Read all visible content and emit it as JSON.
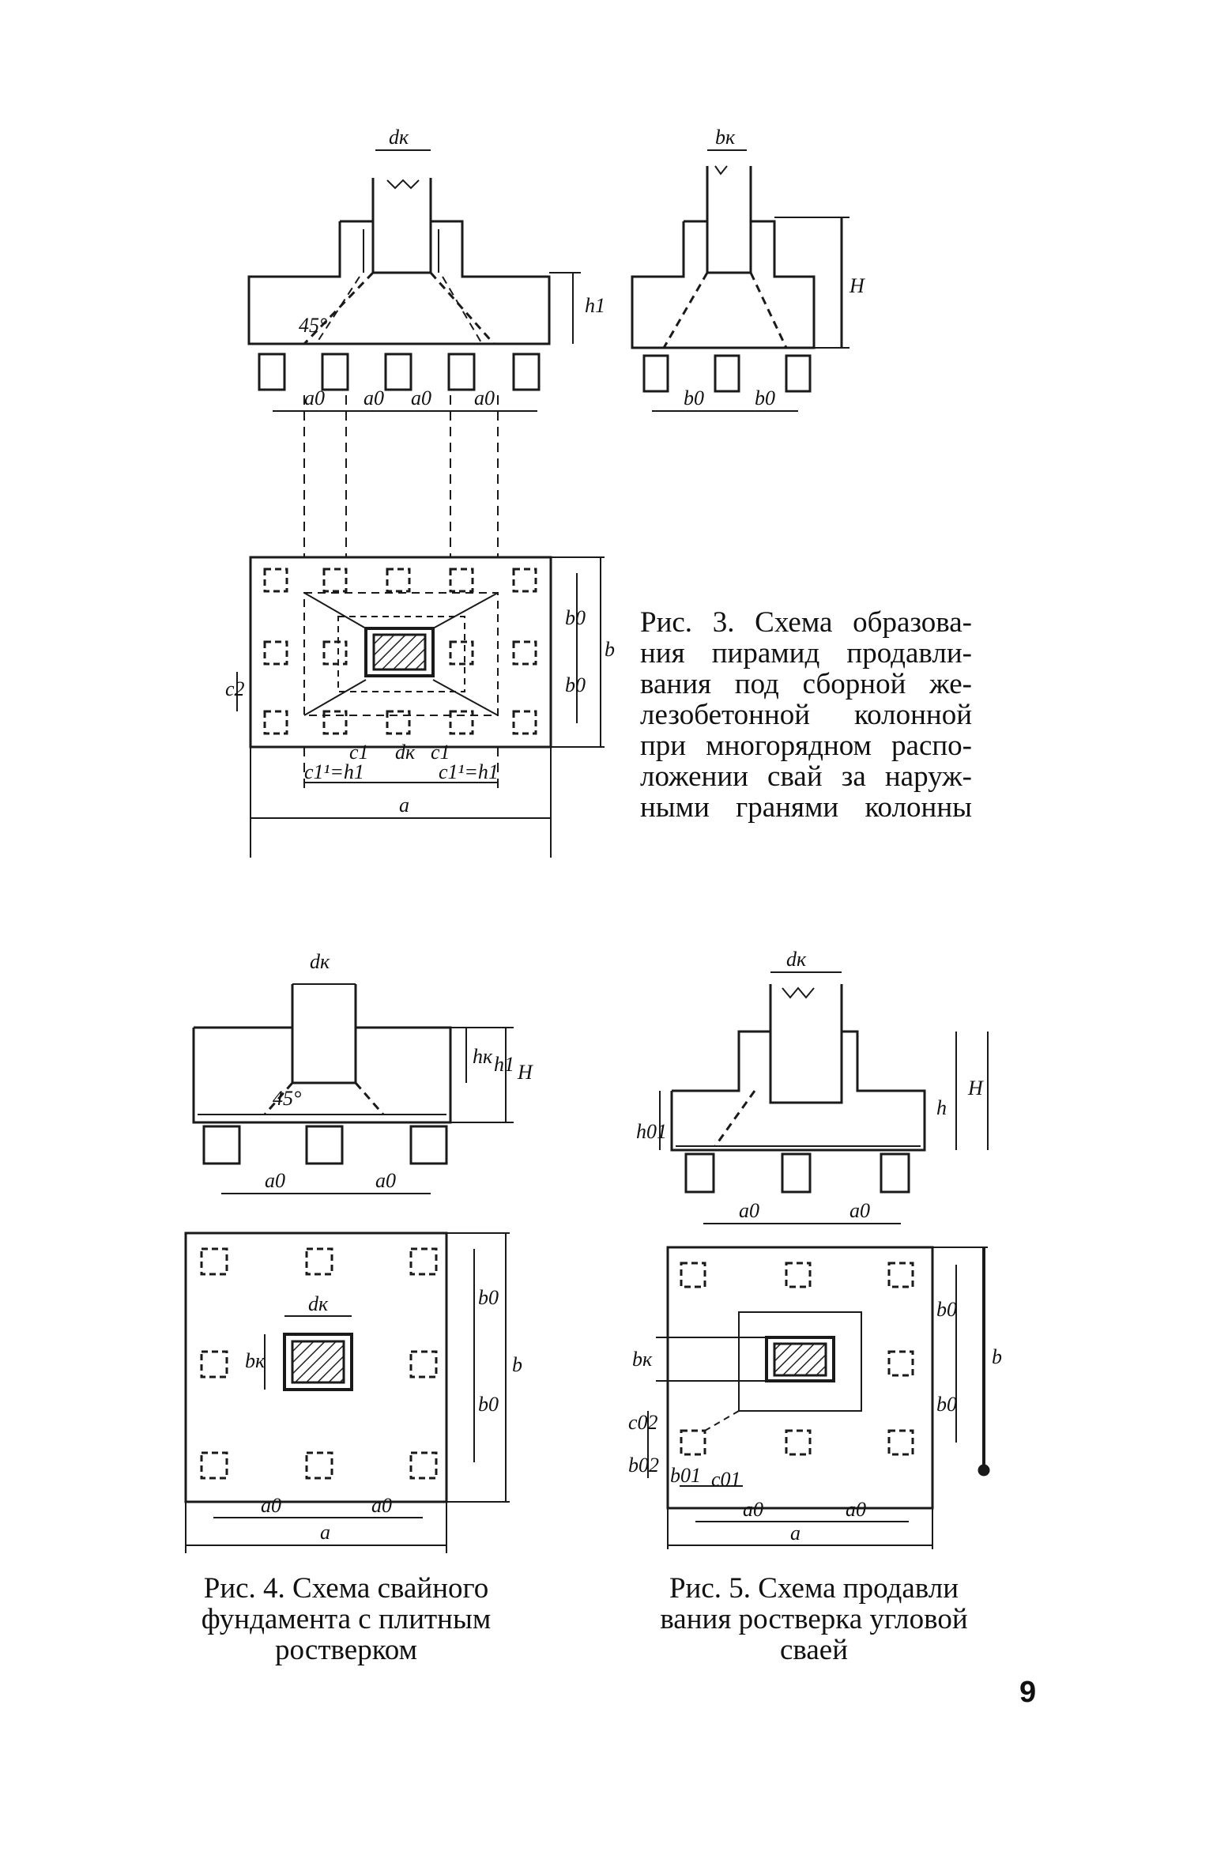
{
  "figures": {
    "fig3": {
      "caption_lines": [
        "Рис. 3. Схема образова-",
        "ния пирамид продавли-",
        "вания под сборной же-",
        "лезобетонной колонной",
        "при многорядном распо-",
        "ложении свай за наруж-",
        "ными гранями колонны"
      ],
      "labels": {
        "dk": "dк",
        "bk": "bк",
        "h1": "h1",
        "H": "H",
        "angle": "45°",
        "a0": "a0",
        "b0": "b0",
        "b": "b",
        "a": "a",
        "c1": "c1",
        "c2": "c2",
        "c1h1": "c1¹=h1",
        "c1h1r": "c1¹=h1"
      }
    },
    "fig4": {
      "caption_lines": [
        "Рис. 4. Схема свайного",
        "фундамента с плитным",
        "ростверком"
      ],
      "labels": {
        "dk": "dк",
        "bk": "bк",
        "hk": "hк",
        "h1": "h1",
        "H": "H",
        "angle": "45°",
        "a0": "a0",
        "b0": "b0",
        "b": "b",
        "a": "a"
      }
    },
    "fig5": {
      "caption_lines": [
        "Рис. 5. Схема продавли",
        "вания ростверка угловой",
        "сваей"
      ],
      "labels": {
        "dk": "dк",
        "bk": "bк",
        "h01": "h01",
        "h": "h",
        "H": "H",
        "a0": "a0",
        "b0": "b0",
        "b": "b",
        "a": "a",
        "c02": "c02",
        "b02": "b02",
        "b01": "b01",
        "c01": "c01"
      }
    }
  },
  "page_number": "9"
}
